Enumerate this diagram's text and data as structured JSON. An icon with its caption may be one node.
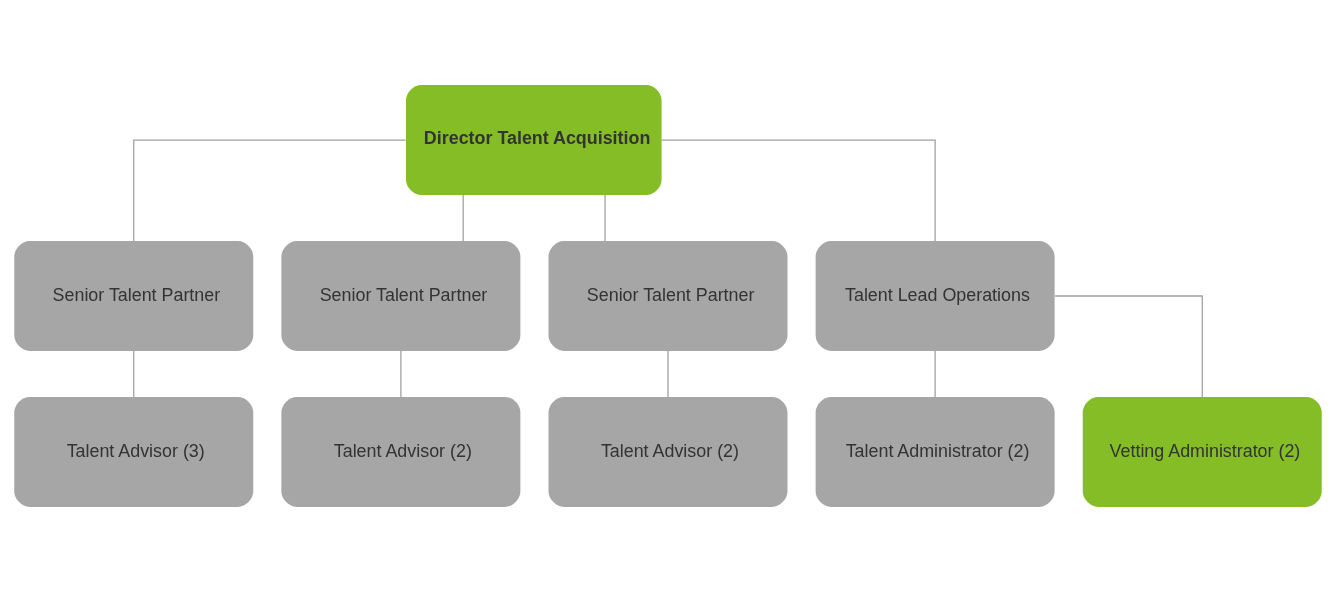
{
  "diagram": {
    "nodes": [
      {
        "text": [
          "Director Talent Acquisition"
        ]
      },
      {
        "text": [
          "Senior Talent Partner"
        ]
      },
      {
        "text": [
          "Senior Talent Partner"
        ]
      },
      {
        "text": [
          "Senior Talent Partner"
        ]
      },
      {
        "text": [
          "Talent Lead Operations"
        ]
      },
      {
        "text": [
          "Talent Advisor (3)"
        ]
      },
      {
        "text": [
          "Talent Advisor (2)"
        ]
      },
      {
        "text": [
          "Talent Advisor (2)"
        ]
      },
      {
        "text": [
          "Talent Administrator (2)"
        ]
      },
      {
        "text": [
          "Vetting Administrator (2)"
        ]
      }
    ],
    "edges": [
      {
        "from": 0,
        "to": 1,
        "arrow": "none"
      },
      {
        "from": 0,
        "to": 2,
        "arrow": "none"
      },
      {
        "from": 0,
        "to": 3,
        "arrow": "none"
      },
      {
        "from": 0,
        "to": 4,
        "arrow": "none"
      },
      {
        "from": 1,
        "to": 5,
        "arrow": "none"
      },
      {
        "from": 2,
        "to": 6,
        "arrow": "none"
      },
      {
        "from": 3,
        "to": 7,
        "arrow": "none"
      },
      {
        "from": 4,
        "to": 8,
        "arrow": "none"
      },
      {
        "from": 4,
        "to": 9,
        "arrow": "none"
      }
    ]
  }
}
